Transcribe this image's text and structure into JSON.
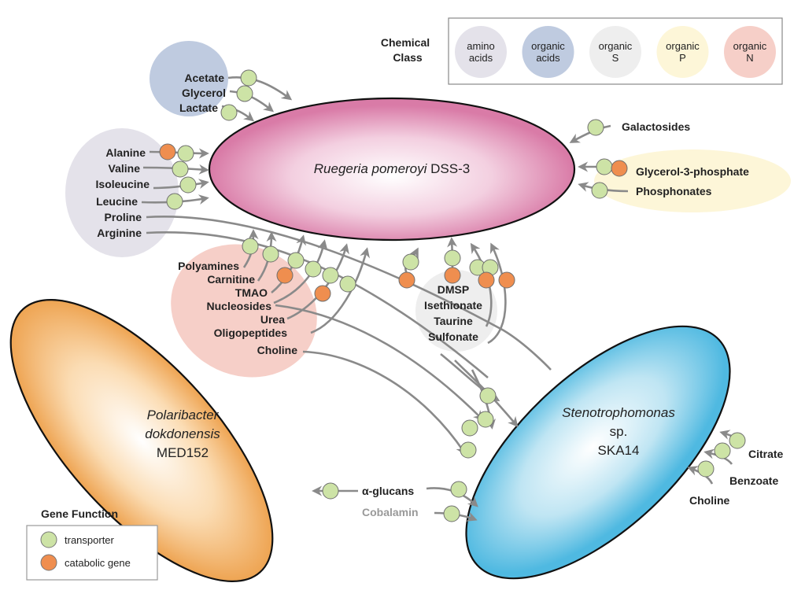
{
  "colors": {
    "transporter": "#cde3a6",
    "catabolic": "#ef8e4f",
    "arrow": "#8a8a8a",
    "amino_acids": "#e4e2ea",
    "organic_acids": "#bfcbe0",
    "organic_S": "#eeeeee",
    "organic_P": "#fdf6d8",
    "organic_N": "#f6cfc8",
    "ruegeria": "#dc86ae",
    "polaribacter": "#f0a95a",
    "stenotrophomonas": "#5bbfe3"
  },
  "chemical_class_legend": {
    "title_line1": "Chemical",
    "title_line2": "Class",
    "items": [
      {
        "line1": "amino",
        "line2": "acids",
        "key": "amino_acids"
      },
      {
        "line1": "organic",
        "line2": "acids",
        "key": "organic_acids"
      },
      {
        "line1": "organic",
        "line2": "S",
        "key": "organic_S"
      },
      {
        "line1": "organic",
        "line2": "P",
        "key": "organic_P"
      },
      {
        "line1": "organic",
        "line2": "N",
        "key": "organic_N"
      }
    ]
  },
  "gene_function_legend": {
    "title": "Gene Function",
    "items": [
      {
        "label": "transporter",
        "key": "transporter"
      },
      {
        "label": "catabolic gene",
        "key": "catabolic"
      }
    ]
  },
  "organisms": {
    "ruegeria": {
      "name_italic": "Ruegeria pomeroyi",
      "strain": " DSS-3"
    },
    "polaribacter": {
      "line1": "Polaribacter",
      "line2": "dokdonensis",
      "line3": "MED152"
    },
    "stenotrophomonas": {
      "line1": "Stenotrophomonas",
      "line2": "sp.",
      "line3": "SKA14"
    }
  },
  "compounds": {
    "organic_acids": [
      "Acetate",
      "Glycerol",
      "Lactate"
    ],
    "amino_acids": [
      "Alanine",
      "Valine",
      "Isoleucine",
      "Leucine",
      "Proline",
      "Arginine"
    ],
    "organic_N": [
      "Polyamines",
      "Carnitine",
      "TMAO",
      "Nucleosides",
      "Urea",
      "Oligopeptides",
      "Choline"
    ],
    "organic_S": [
      "DMSP",
      "Isethionate",
      "Taurine",
      "Sulfonate"
    ],
    "organic_P_and_other": [
      "Galactosides",
      "Glycerol-3-phosphate",
      "Phosphonates"
    ],
    "stenotrophomonas_only": [
      "Citrate",
      "Benzoate",
      "Choline"
    ],
    "shared_bottom": [
      "α-glucans",
      "Cobalamin"
    ]
  }
}
